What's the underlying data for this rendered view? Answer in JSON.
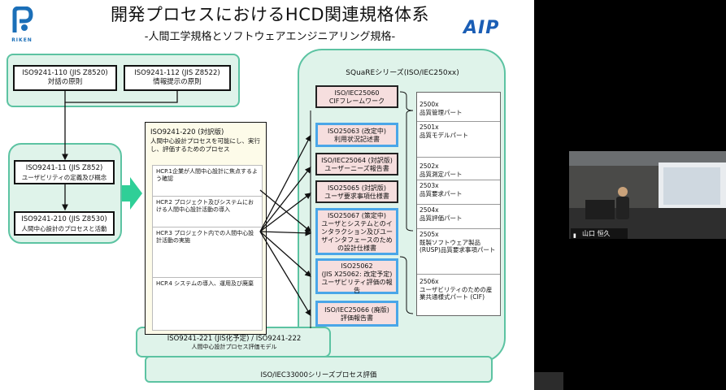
{
  "slide": {
    "title": "開発プロセスにおけるHCD関連規格体系",
    "subtitle": "-人間工学規格とソフトウェアエンジニアリング規格-",
    "logo_left_text": "RIKEN",
    "logo_right_text": "AIP",
    "top_left": [
      {
        "code": "ISO9241-110 (JIS Z8520)",
        "title": "対話の原則"
      },
      {
        "code": "ISO9241-112 (JIS Z8522)",
        "title": "情報提示の原則"
      }
    ],
    "left_group": [
      {
        "code": "ISO9241-11 (JIS Z852)",
        "title": "ユーザビリティの定義及び概念"
      },
      {
        "code": "ISO9241-210 (JIS Z8530)",
        "title": "人間中心設計のプロセスと活動"
      }
    ],
    "center": {
      "code": "ISO9241-220 (対訳版)",
      "desc": "人間中心設計プロセスを可能にし、実行し、評価するためのプロセス",
      "hcp": [
        "HCP.1企業が人間中心設計に焦点するよう確認",
        "HCP.2 プロジェクト及びシステムにおける人間中心設計活動の導入",
        "HCP.3 プロジェクト内での人間中心設計活動の実施",
        "HCP.4 システムの導入、運用及び廃棄"
      ]
    },
    "bottom_center": {
      "line1": "ISO9241-221 (JIS化予定) / ISO9241-222",
      "line2": "人間中心設計プロセス評価モデル"
    },
    "square": {
      "title": "SQuaREシリーズ(ISO/IEC250xx)",
      "boxes": [
        {
          "code": "ISO/IEC25060",
          "title": "CIFフレームワーク"
        },
        {
          "code": "ISO25063 (改定中)",
          "title": "利用状況記述書"
        },
        {
          "code": "ISO/IEC25064 (対訳版)",
          "title": "ユーザーニーズ報告書"
        },
        {
          "code": "ISO25065 (対訳版)",
          "title": "ユーザ要求事項仕様書"
        },
        {
          "code": "ISO25067 (策定中)",
          "title": "ユーザとシステムとのインタラクション及びユーザインタフェースのための設計仕様書"
        },
        {
          "code": "ISO25062",
          "title": "(JIS X25062: 改定予定) ユーザビリティ評価の報告"
        },
        {
          "code": "ISO/IEC25066 (廃版)",
          "title": "評価報告書"
        }
      ],
      "right": [
        {
          "code": "2500x",
          "title": "品質管理パート"
        },
        {
          "code": "2501x",
          "title": "品質モデルパート"
        },
        {
          "code": "2502x",
          "title": "品質測定パート"
        },
        {
          "code": "2503x",
          "title": "品質要求パート"
        },
        {
          "code": "2504x",
          "title": "品質評価パート"
        },
        {
          "code": "2505x",
          "title": "既製ソフトウェア製品(RUSP)品質要求事項パート"
        },
        {
          "code": "2506x",
          "title": "ユーザビリティのための産業共通様式パート (CIF)"
        }
      ]
    },
    "footer": "ISO/IEC33000シリーズプロセス評価"
  },
  "video": {
    "participant_name": "山口 恒久"
  },
  "colors": {
    "teal_fill": "#dff3ea",
    "teal_border": "#5cc3a2",
    "blue_border": "#4aa6e8",
    "pink_fill": "#f6dede",
    "arrow_green": "#2fcf97"
  }
}
